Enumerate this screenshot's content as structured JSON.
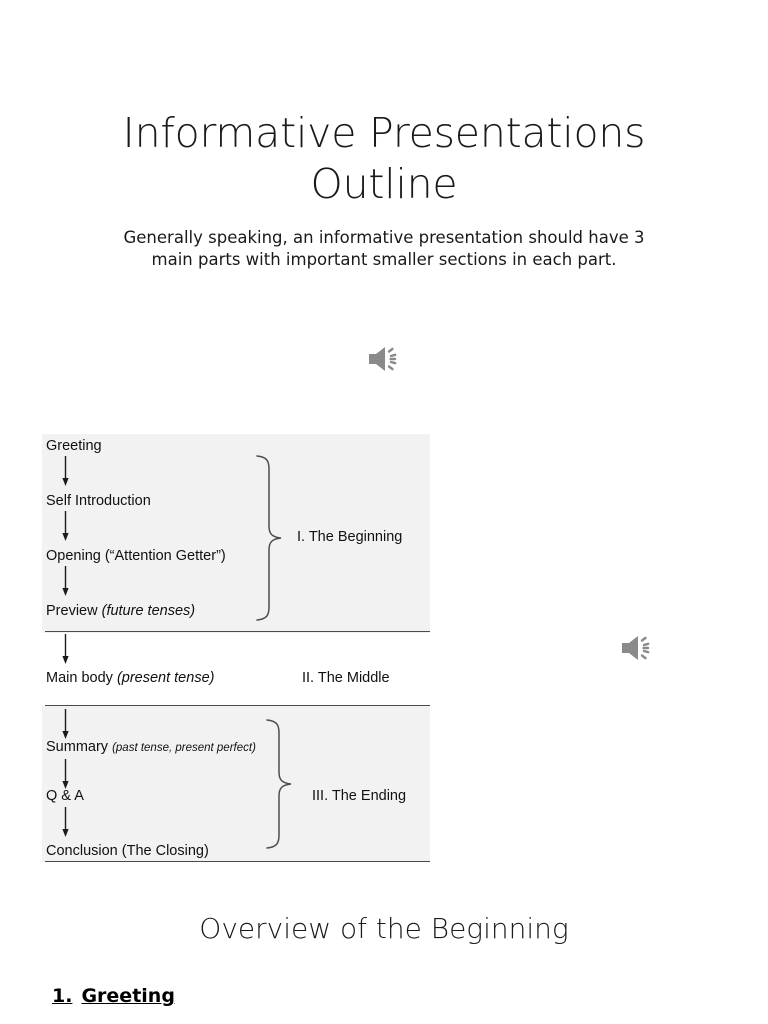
{
  "slide": {
    "title": "Informative Presentations Outline",
    "subtitle": "Generally speaking, an informative presentation should have 3 main parts with important smaller sections in each part."
  },
  "media": {
    "speaker_primary": "speaker-audio-icon",
    "speaker_secondary": "speaker-audio-icon"
  },
  "diagram": {
    "nodes": {
      "greeting": "Greeting",
      "self_introduction": "Self Introduction",
      "opening": "Opening (“Attention Getter”)",
      "preview_label": "Preview ",
      "preview_note": "(future tenses)",
      "main_body_label": "Main body ",
      "main_body_note": "(present tense)",
      "summary_label": "Summary ",
      "summary_note": "(past tense, present perfect)",
      "qa": "Q & A",
      "conclusion": "Conclusion (The Closing)"
    },
    "sections": {
      "beginning": "I.  The Beginning",
      "middle": "II. The Middle",
      "ending": "III. The Ending"
    },
    "colors": {
      "shaded_band": "#f2f2f2",
      "plain_band": "#ffffff",
      "rule": "#4a4a4a",
      "stroke": "#1a1a1a"
    }
  },
  "lower": {
    "heading": "Overview of the Beginning",
    "item_number": "1.",
    "item_text": "Greeting"
  }
}
